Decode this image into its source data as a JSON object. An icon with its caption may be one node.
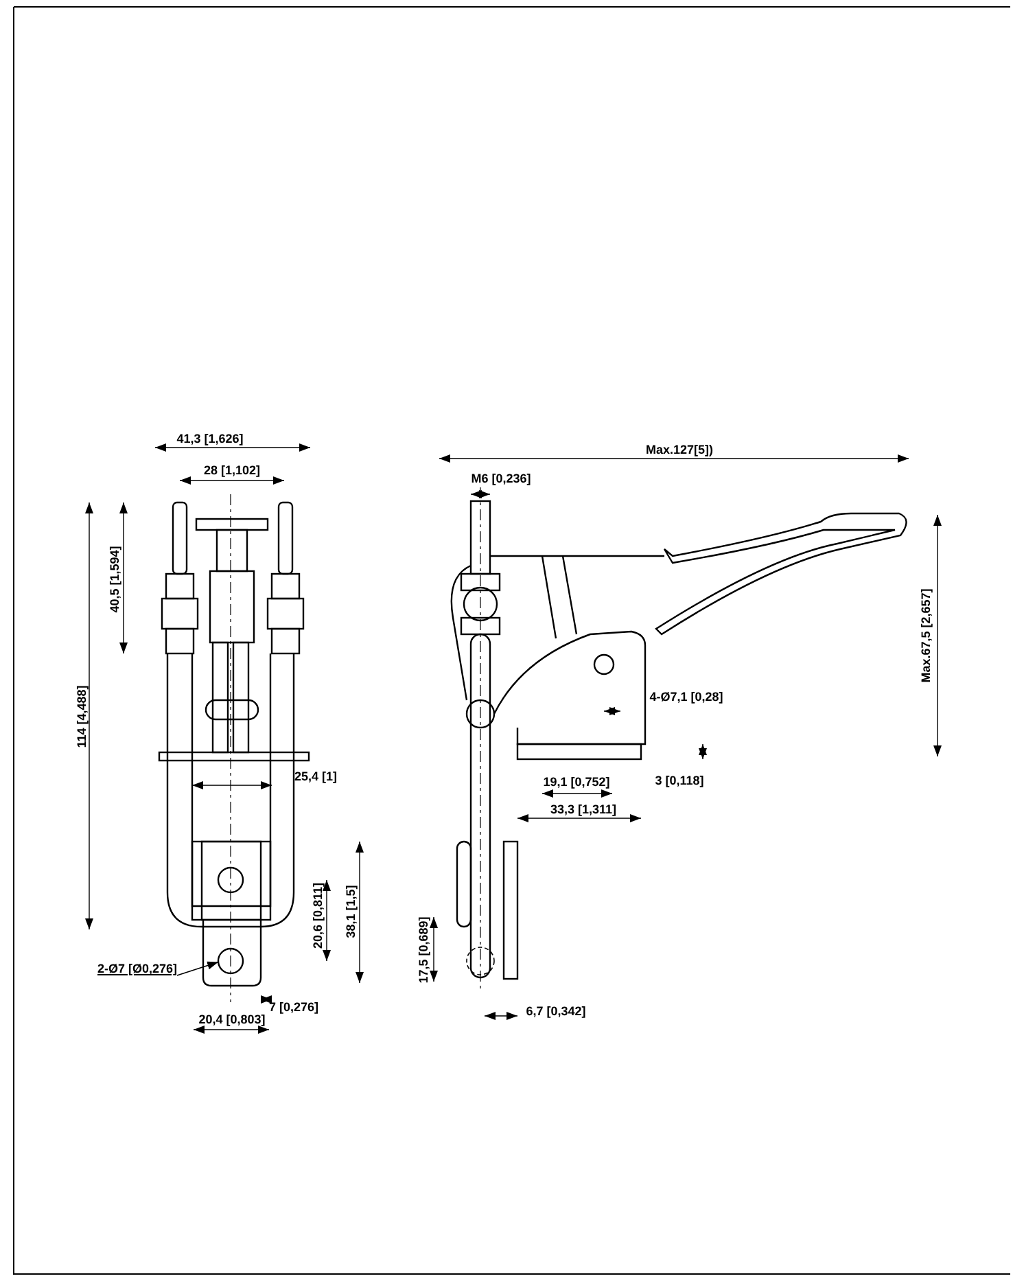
{
  "diagram": {
    "nodes": [
      {
        "text": [
          "2-Ø7 [Ø0,276]"
        ]
      },
      {
        "text": [],
        "shape": "circle"
      }
    ],
    "edges": [
      {
        "from": 0,
        "to": 1,
        "arrow": "to"
      }
    ],
    "labels": [
      "41,3 [1,626]",
      "28 [1,102]",
      "Max.127[5])",
      "M6 [0,236]",
      "40,5 [1,594]",
      "Max.67,5 [2,657]",
      "114 [4,488]",
      "4-Ø7,1 [0,28]",
      "25,4 [1]",
      "19,1 [0,752]",
      "3 [0,118]",
      "33,3 [1,311]",
      "20,6 [0,811]",
      "38,1 [1,5]",
      "17,5 [0,689]",
      "7 [0,276]",
      "20,4 [0,803]",
      "6,7 [0,342]"
    ]
  }
}
